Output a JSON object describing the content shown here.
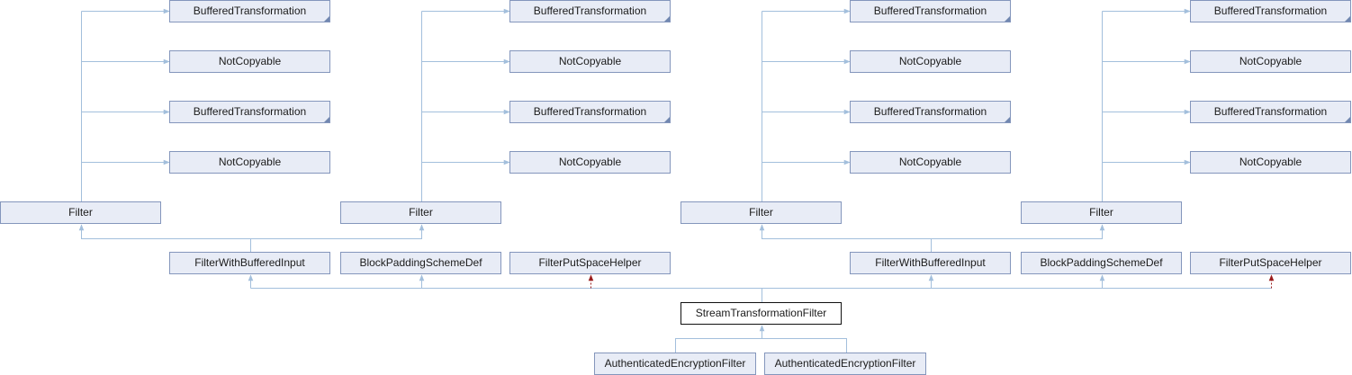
{
  "diagram": {
    "title": "",
    "colors": {
      "node_fill": "#e8ecf6",
      "node_border": "#8496bc",
      "focus_fill": "#ffffff",
      "focus_border": "#111111",
      "public_edge": "#a3bfdc",
      "protected_edge": "#9a1d1d"
    },
    "nodes": {
      "bt_a1": "BufferedTransformation",
      "nc_a1": "NotCopyable",
      "bt_a2": "BufferedTransformation",
      "nc_a2": "NotCopyable",
      "bt_b1": "BufferedTransformation",
      "nc_b1": "NotCopyable",
      "bt_b2": "BufferedTransformation",
      "nc_b2": "NotCopyable",
      "bt_c1": "BufferedTransformation",
      "nc_c1": "NotCopyable",
      "bt_c2": "BufferedTransformation",
      "nc_c2": "NotCopyable",
      "bt_d1": "BufferedTransformation",
      "nc_d1": "NotCopyable",
      "bt_d2": "BufferedTransformation",
      "nc_d2": "NotCopyable",
      "filter_a": "Filter",
      "filter_b": "Filter",
      "filter_c": "Filter",
      "filter_d": "Filter",
      "fwbi_1": "FilterWithBufferedInput",
      "bpsd_1": "BlockPaddingSchemeDef",
      "fpsh_1": "FilterPutSpaceHelper",
      "fwbi_2": "FilterWithBufferedInput",
      "bpsd_2": "BlockPaddingSchemeDef",
      "fpsh_2": "FilterPutSpaceHelper",
      "stf": "StreamTransformationFilter",
      "aef_1": "AuthenticatedEncryptionFilter",
      "aef_2": "AuthenticatedEncryptionFilter"
    },
    "relations": [
      {
        "from": "filter_a",
        "to": [
          "bt_a1",
          "nc_a1",
          "bt_a2",
          "nc_a2"
        ],
        "type": "public"
      },
      {
        "from": "filter_b",
        "to": [
          "bt_b1",
          "nc_b1",
          "bt_b2",
          "nc_b2"
        ],
        "type": "public"
      },
      {
        "from": "filter_c",
        "to": [
          "bt_c1",
          "nc_c1",
          "bt_c2",
          "nc_c2"
        ],
        "type": "public"
      },
      {
        "from": "filter_d",
        "to": [
          "bt_d1",
          "nc_d1",
          "bt_d2",
          "nc_d2"
        ],
        "type": "public"
      },
      {
        "from": "fwbi_1",
        "to": [
          "filter_a",
          "filter_b"
        ],
        "type": "public"
      },
      {
        "from": "fwbi_2",
        "to": [
          "filter_c",
          "filter_d"
        ],
        "type": "public"
      },
      {
        "from": "stf",
        "to": [
          "fwbi_1",
          "bpsd_1",
          "fwbi_2",
          "bpsd_2"
        ],
        "type": "public"
      },
      {
        "from": "stf",
        "to": [
          "fpsh_1",
          "fpsh_2"
        ],
        "type": "protected"
      },
      {
        "from": "aef_1",
        "to": [
          "stf"
        ],
        "type": "public"
      },
      {
        "from": "aef_2",
        "to": [
          "stf"
        ],
        "type": "public"
      }
    ]
  }
}
